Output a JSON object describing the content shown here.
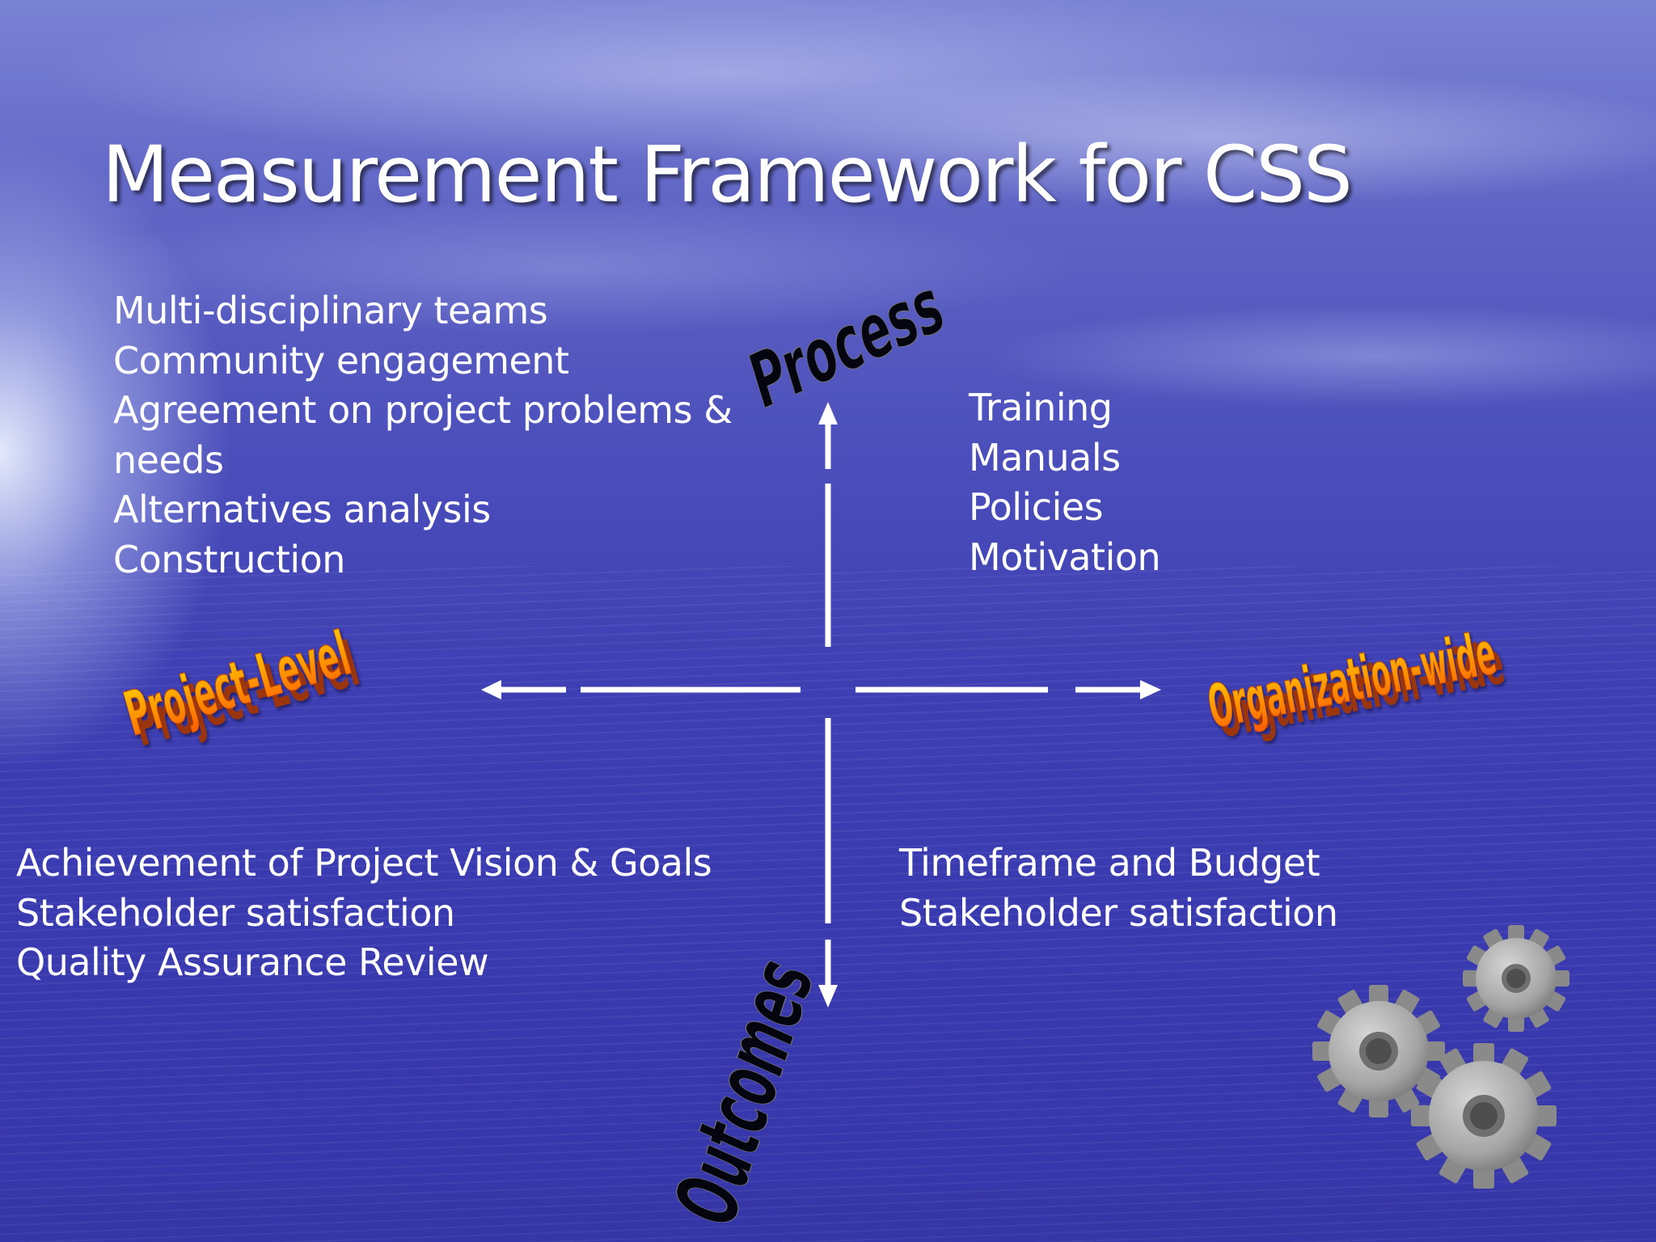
{
  "slide": {
    "title": "Measurement Framework for CSS"
  },
  "axes": {
    "top": "Process",
    "bottom": "Outcomes",
    "left": "Project-Level",
    "right": "Organization-wide"
  },
  "quadrants": {
    "top_left": [
      "Multi-disciplinary teams",
      "Community engagement",
      "Agreement on project problems &",
      "needs",
      "Alternatives analysis",
      "Construction"
    ],
    "top_right": [
      "Training",
      "Manuals",
      "Policies",
      "Motivation"
    ],
    "bottom_left": [
      "Achievement of Project Vision & Goals",
      "Stakeholder satisfaction",
      "Quality Assurance Review"
    ],
    "bottom_right": [
      "Timeframe and Budget",
      "Stakeholder satisfaction"
    ]
  },
  "colors": {
    "wordart_dark": "#050510",
    "wordart_orange_top": "#ffd400",
    "wordart_orange_bottom": "#ff5a00",
    "wordart_extrusion": "#a83a12",
    "arrow": "#ffffff",
    "gear": "#a9a9a9"
  },
  "icons": {
    "gears": "gears-icon"
  }
}
